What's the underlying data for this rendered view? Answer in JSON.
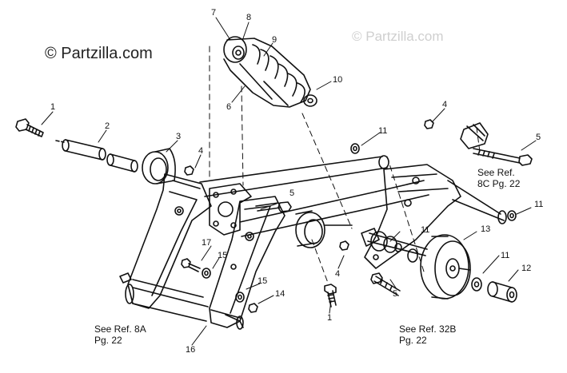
{
  "watermarks": [
    "© Partzilla.com",
    "© Partzilla.com"
  ],
  "callouts": [
    "1",
    "2",
    "3",
    "4",
    "5",
    "6",
    "7",
    "8",
    "9",
    "10",
    "11",
    "4",
    "5",
    "11",
    "11",
    "13",
    "11",
    "12",
    "17",
    "15",
    "15",
    "14",
    "4",
    "5",
    "1",
    "16"
  ],
  "references": [
    {
      "line1": "See Ref.",
      "line2": "8C Pg. 22"
    },
    {
      "line1": "See Ref. 8A",
      "line2": "Pg. 22"
    },
    {
      "line1": "See Ref. 32B",
      "line2": "Pg. 22"
    }
  ]
}
